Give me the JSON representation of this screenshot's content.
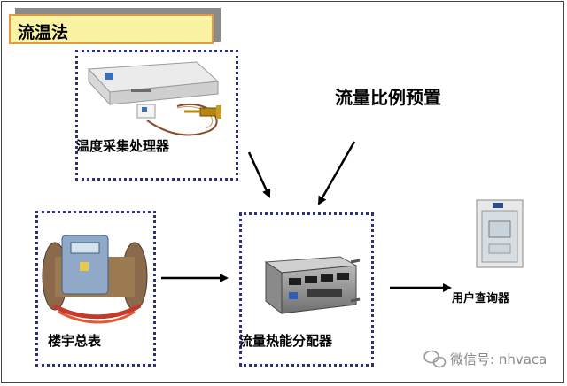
{
  "title": "流温法",
  "heading": "流量比例预置",
  "devices": {
    "temp_processor": "温度采集处理器",
    "building_meter": "楼宇总表",
    "distributor": "流量热能分配器",
    "user_query": "用户查询器"
  },
  "watermark": "微信号: nhvaca",
  "colors": {
    "title_fill": "#fbf3a4",
    "title_border": "#e49a3c",
    "dotted_border": "#2b2f86"
  }
}
